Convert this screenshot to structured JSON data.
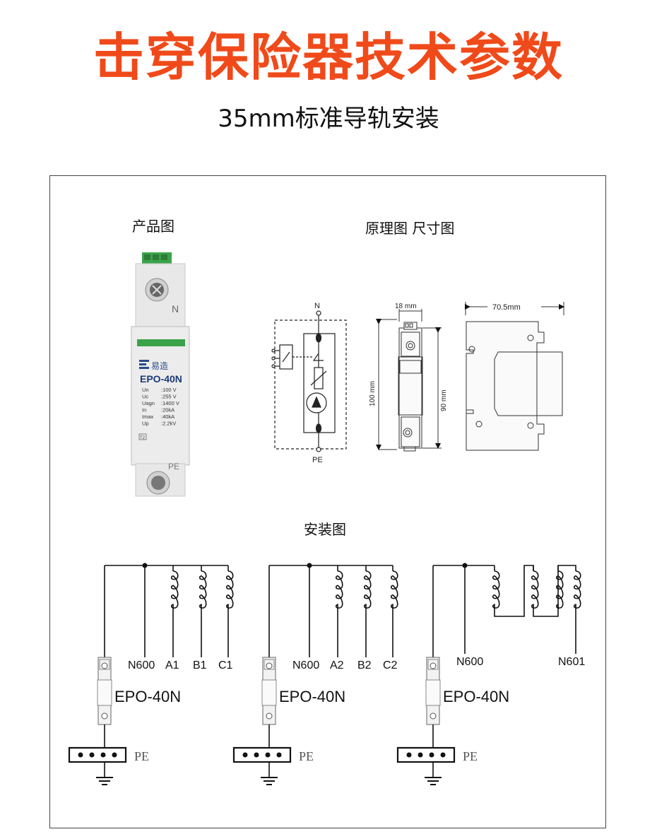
{
  "header": {
    "title": "击穿保险器技术参数",
    "subtitle": "35mm标准导轨安装"
  },
  "sections": {
    "product": "产品图",
    "schematic": "原理图 尺寸图",
    "install": "安装图"
  },
  "product": {
    "brand": "易造",
    "model": "EPO-40N",
    "top_terminal": "N",
    "bottom_terminal": "PE",
    "class_badge": "T2",
    "specs": [
      {
        "k": "Un",
        "v": ":100 V"
      },
      {
        "k": "Uc",
        "v": ":255 V"
      },
      {
        "k": "Uagn",
        "v": ":1400 V"
      },
      {
        "k": "In",
        "v": ":20kA"
      },
      {
        "k": "Imax",
        "v": ":40kA"
      },
      {
        "k": "Up",
        "v": ":2.2kV"
      }
    ]
  },
  "schematic": {
    "top": "N",
    "bottom": "PE"
  },
  "dimensions": {
    "width_front": "18 mm",
    "height_total": "100 mm",
    "height_body": "90 mm",
    "depth": "70.5mm"
  },
  "install": {
    "device_label": "EPO-40N",
    "pe_label": "PE",
    "groups": [
      {
        "labels": [
          "N600",
          "A1",
          "B1",
          "C1"
        ]
      },
      {
        "labels": [
          "N600",
          "A2",
          "B2",
          "C2"
        ]
      },
      {
        "labels": [
          "N600",
          "N601"
        ]
      }
    ]
  },
  "colors": {
    "title": "#f04a1a",
    "terminal_green": "#3aa34a",
    "body_gray": "#e6e6e6"
  }
}
